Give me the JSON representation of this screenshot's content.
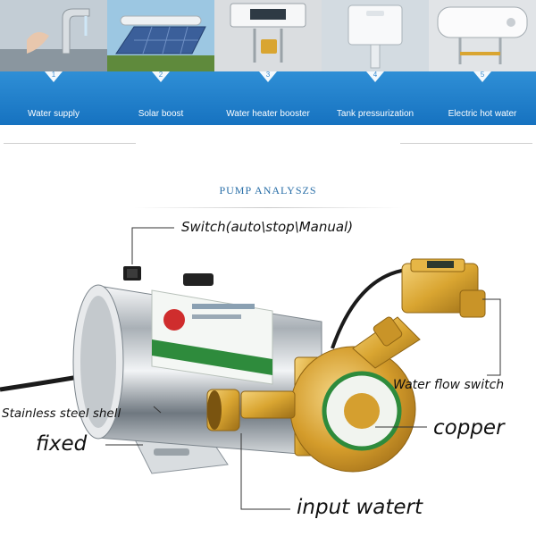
{
  "applications": [
    {
      "number": "1",
      "label": "Water supply",
      "photo": "faucet-photo",
      "tone": "#bfcad3"
    },
    {
      "number": "2",
      "label": "Solar boost",
      "photo": "solar-panel-photo",
      "tone": "#9fc4dc"
    },
    {
      "number": "3",
      "label": "Water heater booster",
      "photo": "water-heater-photo",
      "tone": "#d7dadc"
    },
    {
      "number": "4",
      "label": "Tank pressurization",
      "photo": "toilet-tank-photo",
      "tone": "#cfd8df"
    },
    {
      "number": "5",
      "label": "Electric hot water",
      "photo": "electric-heater-photo",
      "tone": "#dfe3e6"
    }
  ],
  "analysis": {
    "title": "PUMP ANALYSZS",
    "labels": {
      "switch": "Switch(auto\\stop\\Manual)",
      "flow_switch": "Water flow switch",
      "shell": "Stainless steel shell",
      "copper": "copper",
      "fixed": "fixed",
      "input": "input watert"
    }
  },
  "colors": {
    "band_blue": "#1f7fca",
    "brass": "#d9a531",
    "steel": "#c9ced3",
    "label_green": "#2e8b3c"
  }
}
